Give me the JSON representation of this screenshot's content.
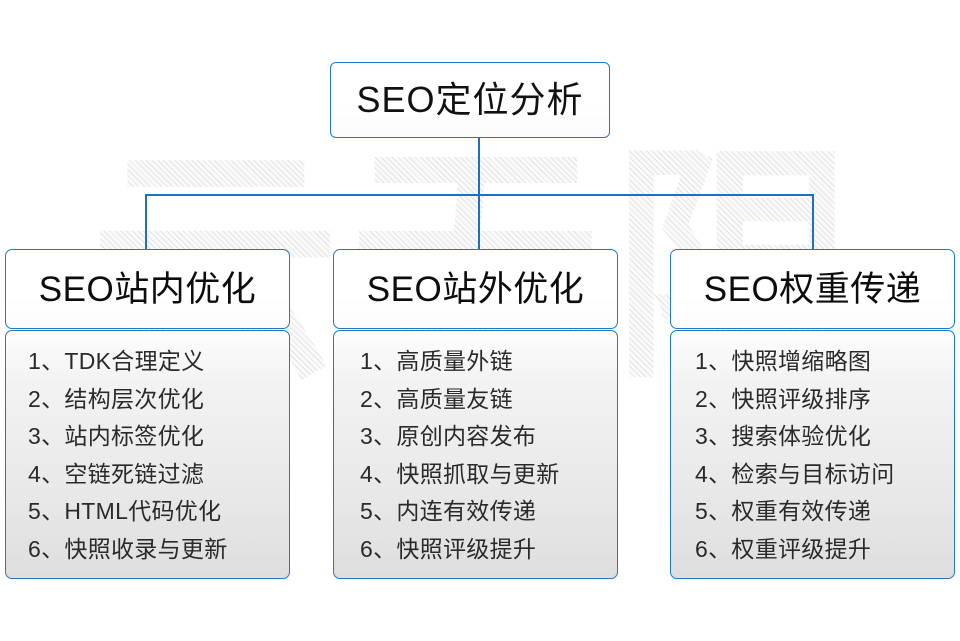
{
  "watermark": {
    "text": "云无限"
  },
  "colors": {
    "border": "#2079c8",
    "connector": "#1f6fc4",
    "text": "#111111",
    "body_text": "#2a2a2a",
    "body_bg_top": "#fdfdfd",
    "body_bg_bottom": "#dedede",
    "page_bg": "#ffffff"
  },
  "diagram": {
    "root": {
      "label": "SEO定位分析"
    },
    "columns": [
      {
        "header": "SEO站内优化",
        "items": [
          "1、TDK合理定义",
          "2、结构层次优化",
          "3、站内标签优化",
          "4、空链死链过滤",
          "5、HTML代码优化",
          "6、快照收录与更新"
        ]
      },
      {
        "header": "SEO站外优化",
        "items": [
          "1、高质量外链",
          "2、高质量友链",
          "3、原创内容发布",
          "4、快照抓取与更新",
          "5、内连有效传递",
          "6、快照评级提升"
        ]
      },
      {
        "header": "SEO权重传递",
        "items": [
          "1、快照增缩略图",
          "2、快照评级排序",
          "3、搜索体验优化",
          "4、检索与目标访问",
          "5、权重有效传递",
          "6、权重评级提升"
        ]
      }
    ]
  }
}
